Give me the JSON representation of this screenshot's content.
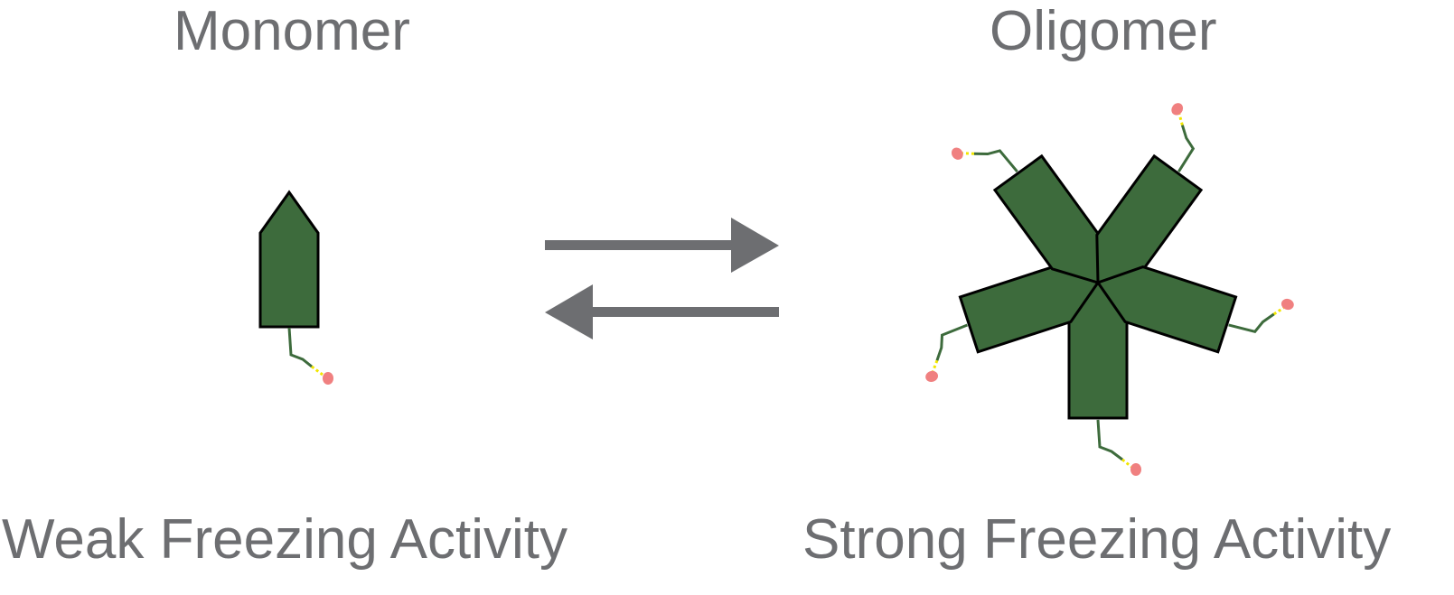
{
  "titles": {
    "left": "Monomer",
    "right": "Oligomer"
  },
  "captions": {
    "left": "Weak Freezing Activity",
    "right": "Strong Freezing Activity"
  },
  "colors": {
    "protein_fill": "#3d6b3c",
    "outline": "#000000",
    "linker": "#3d6b3c",
    "dashed_bond": "#f2e600",
    "ligand": "#f08080",
    "arrow": "#6d6e71",
    "text": "#6d6e71"
  },
  "diagram": {
    "equilibrium": "Monomer ⇌ Oligomer",
    "oligomer_subunits": 5
  }
}
